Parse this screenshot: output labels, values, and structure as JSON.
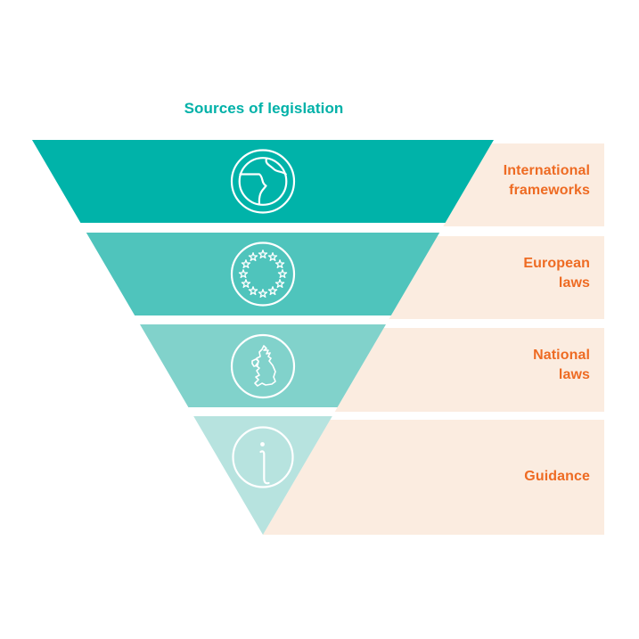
{
  "title": {
    "text": "Sources of legislation",
    "color": "#00b1a8"
  },
  "funnel": {
    "label_panel_color": "#fbece0",
    "label_text_color": "#ee6b23",
    "icon_color": "#ffffff",
    "rows": [
      {
        "label_lines": [
          "International",
          "frameworks"
        ],
        "icon": "globe-icon",
        "band_color": "#00b3a9"
      },
      {
        "label_lines": [
          "European",
          "laws"
        ],
        "icon": "eu-stars-icon",
        "band_color": "#4fc4bc"
      },
      {
        "label_lines": [
          "National",
          "laws"
        ],
        "icon": "uk-map-icon",
        "band_color": "#81d2cb"
      },
      {
        "label_lines": [
          "Guidance"
        ],
        "icon": "info-icon",
        "band_color": "#b7e3df"
      }
    ]
  }
}
